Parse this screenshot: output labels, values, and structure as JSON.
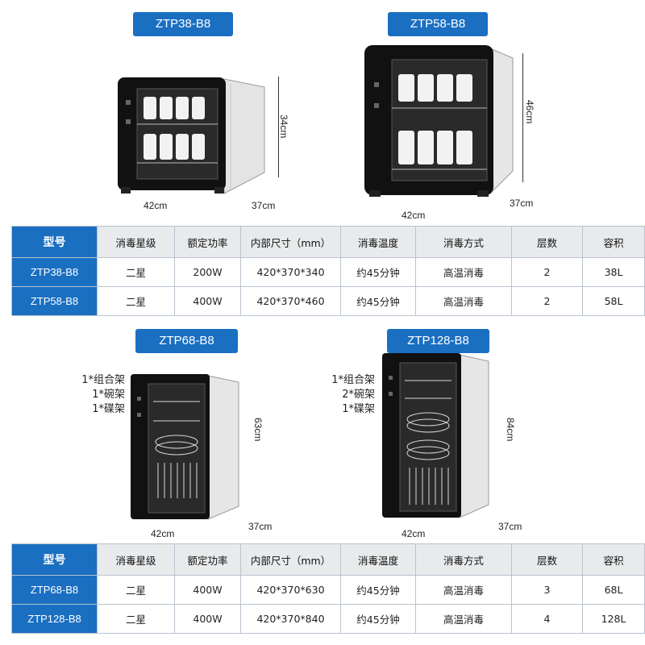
{
  "top": {
    "products": [
      {
        "model": "ZTP38-B8",
        "height": "34cm",
        "width": "42cm",
        "depth": "37cm"
      },
      {
        "model": "ZTP58-B8",
        "height": "46cm",
        "width": "42cm",
        "depth": "37cm"
      }
    ],
    "table": {
      "headers": [
        "型号",
        "消毒星级",
        "额定功率",
        "内部尺寸（mm）",
        "消毒温度",
        "消毒方式",
        "层数",
        "容积"
      ],
      "rows": [
        [
          "ZTP38-B8",
          "二星",
          "200W",
          "420*370*340",
          "约45分钟",
          "高温消毒",
          "2",
          "38L"
        ],
        [
          "ZTP58-B8",
          "二星",
          "400W",
          "420*370*460",
          "约45分钟",
          "高温消毒",
          "2",
          "58L"
        ]
      ]
    }
  },
  "bottom": {
    "products": [
      {
        "model": "ZTP68-B8",
        "height": "63cm",
        "width": "42cm",
        "depth": "37cm",
        "accessories": [
          "1*组合架",
          "1*碗架",
          "1*碟架"
        ]
      },
      {
        "model": "ZTP128-B8",
        "height": "84cm",
        "width": "42cm",
        "depth": "37cm",
        "accessories": [
          "1*组合架",
          "2*碗架",
          "1*碟架"
        ]
      }
    ],
    "table": {
      "headers": [
        "型号",
        "消毒星级",
        "额定功率",
        "内部尺寸（mm）",
        "消毒温度",
        "消毒方式",
        "层数",
        "容积"
      ],
      "rows": [
        [
          "ZTP68-B8",
          "二星",
          "400W",
          "420*370*630",
          "约45分钟",
          "高温消毒",
          "3",
          "68L"
        ],
        [
          "ZTP128-B8",
          "二星",
          "400W",
          "420*370*840",
          "约45分钟",
          "高温消毒",
          "4",
          "128L"
        ]
      ]
    }
  },
  "colors": {
    "brand_blue": "#1a6fc1",
    "header_gray": "#e8eaec",
    "border": "#b9c3cf",
    "cabinet_black": "#111111"
  }
}
